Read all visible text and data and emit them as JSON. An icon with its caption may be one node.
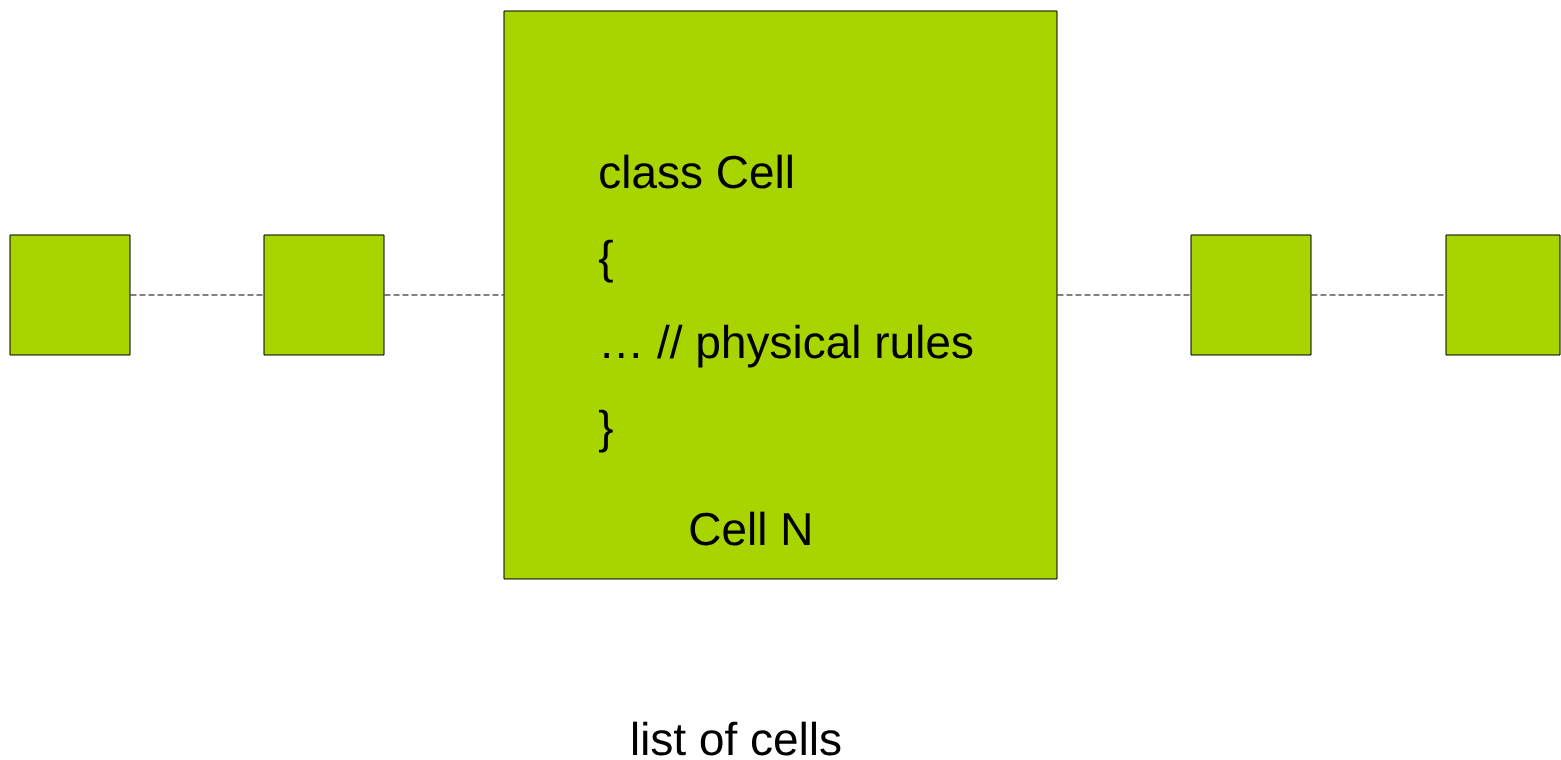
{
  "diagram": {
    "nodes": [
      {
        "text": [],
        "shape": "box"
      },
      {
        "text": [],
        "shape": "box"
      },
      {
        "text": [
          "class Cell",
          "{",
          "… // physical rules",
          "}",
          "Cell N"
        ]
      },
      {
        "text": [],
        "shape": "box"
      },
      {
        "text": [],
        "shape": "box"
      }
    ],
    "edges": [
      {
        "from": 0,
        "to": 1,
        "arrow": "none",
        "style": "dashed"
      },
      {
        "from": 1,
        "to": 2,
        "arrow": "none",
        "style": "dashed"
      },
      {
        "from": 2,
        "to": 3,
        "arrow": "none",
        "style": "dashed"
      },
      {
        "from": 3,
        "to": 4,
        "arrow": "none",
        "style": "dashed"
      }
    ],
    "labels": [
      "list of cells"
    ]
  }
}
